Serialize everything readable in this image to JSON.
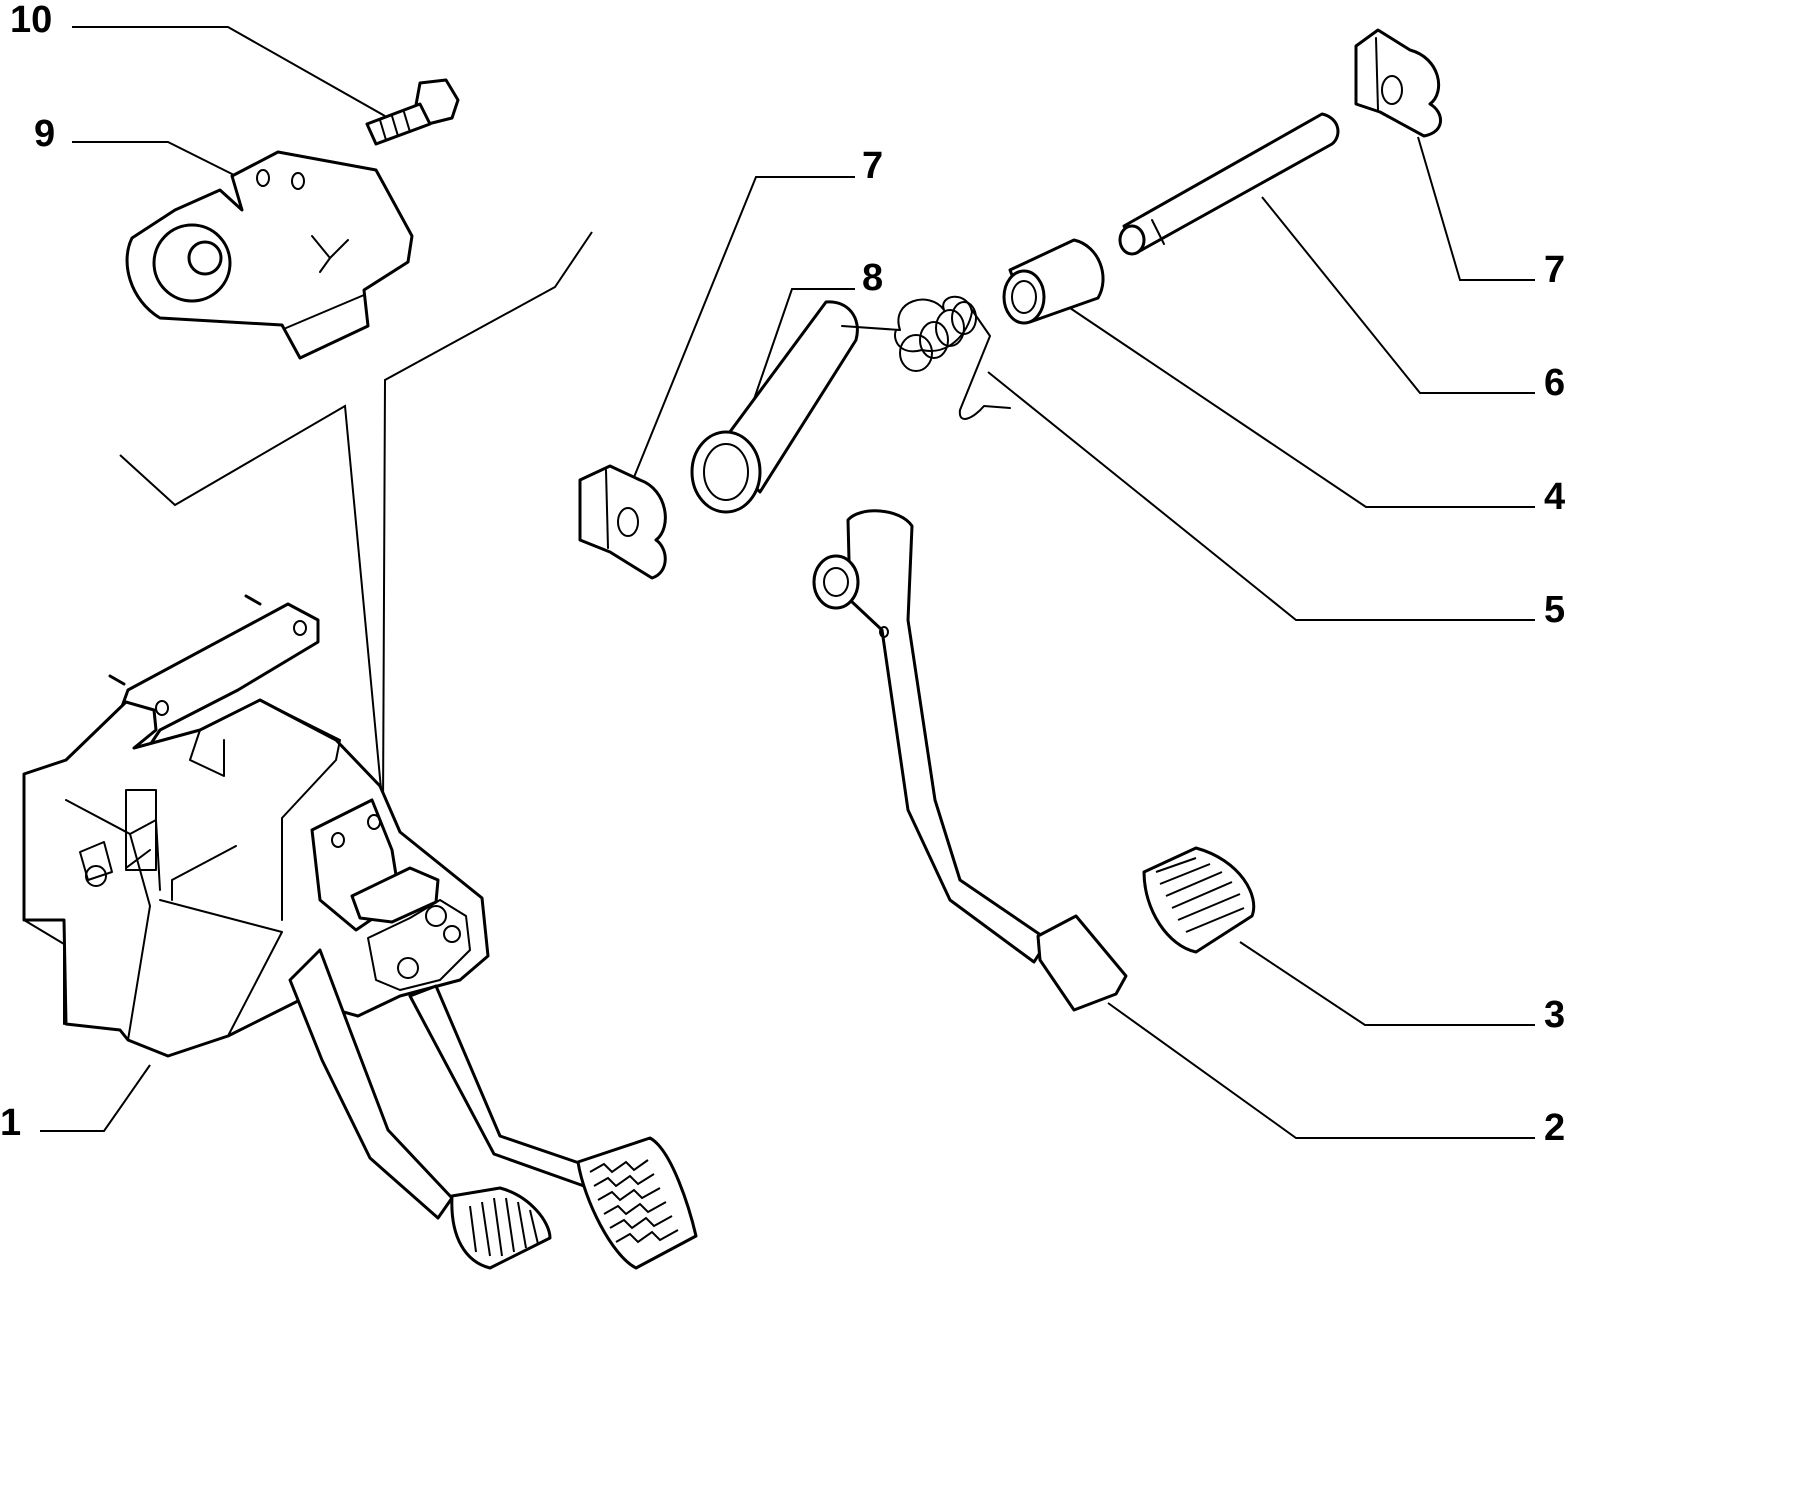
{
  "callouts": {
    "c1": "1",
    "c2": "2",
    "c3": "3",
    "c4": "4",
    "c5": "5",
    "c6": "6",
    "c7a": "7",
    "c7b": "7",
    "c8": "8",
    "c9": "9",
    "c10": "10"
  },
  "colors": {
    "ink": "#000000",
    "paper": "#ffffff"
  }
}
